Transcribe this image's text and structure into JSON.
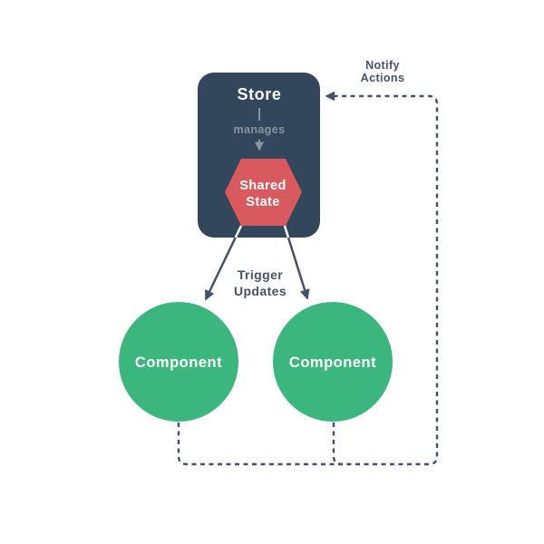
{
  "diagram": {
    "store": {
      "title": "Store",
      "manages_label": "manages"
    },
    "shared_state": {
      "label_line1": "Shared",
      "label_line2": "State"
    },
    "trigger_label": {
      "line1": "Trigger",
      "line2": "Updates"
    },
    "notify_label": {
      "line1": "Notify",
      "line2": "Actions"
    },
    "components": [
      {
        "label": "Component"
      },
      {
        "label": "Component"
      }
    ],
    "colors": {
      "store_bg": "#32475c",
      "shared_state_bg": "#d85a5f",
      "component_bg": "#3bb77e",
      "text_on_dark": "#ffffff",
      "muted_gray": "#8b95a2",
      "edge_navy": "#44516a",
      "background": "#ffffff"
    }
  }
}
